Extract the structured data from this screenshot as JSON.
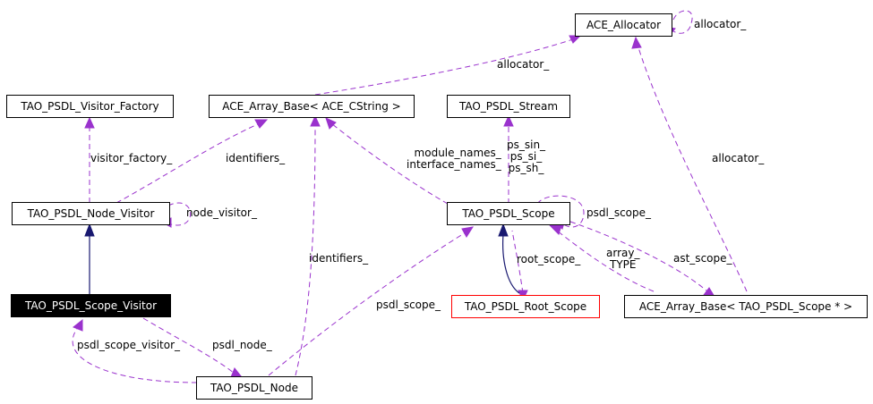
{
  "colors": {
    "usage": "#9a32cd",
    "inherit": "#191970",
    "focus_bg": "#000000",
    "red_border": "#ff0000"
  },
  "nodes": {
    "ace_allocator": "ACE_Allocator",
    "visitor_factory": "TAO_PSDL_Visitor_Factory",
    "ace_array_base_cstring": "ACE_Array_Base< ACE_CString >",
    "psdl_stream": "TAO_PSDL_Stream",
    "node_visitor": "TAO_PSDL_Node_Visitor",
    "psdl_scope": "TAO_PSDL_Scope",
    "scope_visitor": "TAO_PSDL_Scope_Visitor",
    "root_scope": "TAO_PSDL_Root_Scope",
    "ace_array_base_scope": "ACE_Array_Base< TAO_PSDL_Scope * >",
    "psdl_node": "TAO_PSDL_Node"
  },
  "edge_labels": {
    "allocator_self": "allocator_",
    "allocator_cstring": "allocator_",
    "allocator_scope_array": "allocator_",
    "visitor_factory": "visitor_factory_",
    "identifiers_visitor": "identifiers_",
    "identifiers_node": "identifiers_",
    "node_visitor_self": "node_visitor_",
    "module_names": "module_names_\ninterface_names_",
    "stream_members": "ps_sin_\nps_si_\nps_sh_",
    "psdl_scope_self": "psdl_scope_",
    "root_scope": "root_scope_",
    "array_type": "array_\nTYPE",
    "ast_scope": "ast_scope_",
    "psdl_scope_node": "psdl_scope_",
    "psdl_scope_visitor": "psdl_scope_visitor_",
    "psdl_node": "psdl_node_"
  }
}
